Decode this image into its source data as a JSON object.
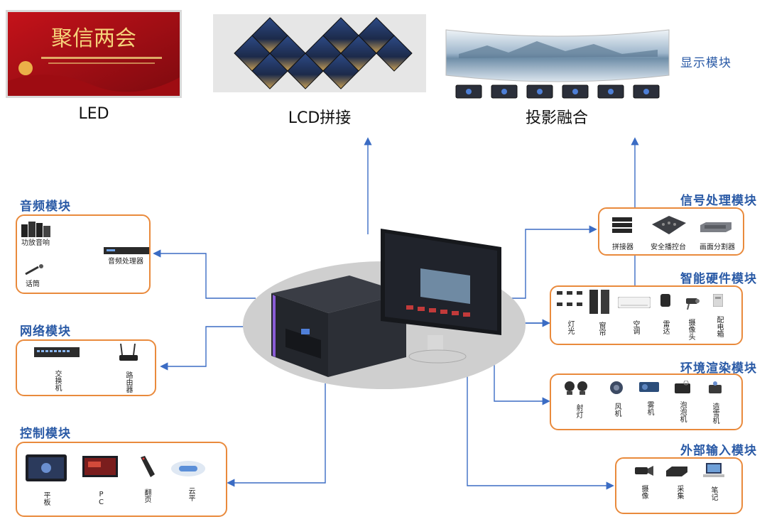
{
  "display": {
    "led": {
      "caption": "LED",
      "banner_text": "聚信两会"
    },
    "lcd": {
      "caption": "LCD拼接"
    },
    "projection": {
      "caption": "投影融合"
    },
    "title": "显示模块"
  },
  "modules": {
    "audio": {
      "title": "音频模块",
      "items": [
        "功放音响",
        "话筒",
        "音频处理器"
      ]
    },
    "network": {
      "title": "网络模块",
      "items": [
        "交换机",
        "路由器"
      ]
    },
    "control": {
      "title": "控制模块",
      "items": [
        "平板",
        "PC",
        "翻页",
        "云平"
      ]
    },
    "signal": {
      "title": "信号处理模块",
      "items": [
        "拼接器",
        "安全播控台",
        "画面分割器"
      ]
    },
    "smart_hw": {
      "title": "智能硬件模块",
      "items": [
        "灯光",
        "窗帘",
        "空调",
        "雷达",
        "摄像头",
        "配电箱"
      ]
    },
    "environment": {
      "title": "环境渲染模块",
      "items": [
        "射灯",
        "风机",
        "雾机",
        "泡泡机",
        "造雪机"
      ]
    },
    "external": {
      "title": "外部输入模块",
      "items": [
        "摄像",
        "采集",
        "笔记"
      ]
    }
  },
  "colors": {
    "module_border": "#e98a3c",
    "module_title": "#2a5aa6",
    "arrow": "#3b6cc4",
    "hub_ellipse": "#c9c9c9"
  }
}
